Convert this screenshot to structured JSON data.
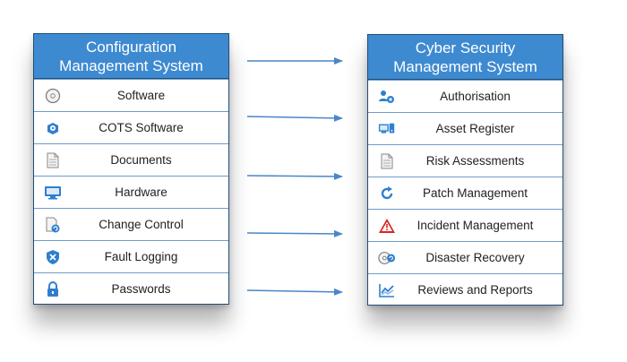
{
  "colors": {
    "header_fill": "#3e8ad1",
    "border": "#1f4e79",
    "row_divider": "#6f9cc8",
    "arrow": "#4a86c8",
    "icon_blue": "#2f7fd0",
    "icon_red": "#d9261c"
  },
  "left_panel": {
    "title_line1": "Configuration",
    "title_line2": "Management System",
    "items": [
      {
        "label": "Software",
        "icon": "disc-icon"
      },
      {
        "label": "COTS Software",
        "icon": "package-icon"
      },
      {
        "label": "Documents",
        "icon": "document-icon"
      },
      {
        "label": "Hardware",
        "icon": "computer-icon"
      },
      {
        "label": "Change Control",
        "icon": "document-refresh-icon"
      },
      {
        "label": "Fault Logging",
        "icon": "shield-x-icon"
      },
      {
        "label": "Passwords",
        "icon": "lock-icon"
      }
    ]
  },
  "right_panel": {
    "title_line1": "Cyber Security",
    "title_line2": "Management System",
    "items": [
      {
        "label": "Authorisation",
        "icon": "users-gear-icon"
      },
      {
        "label": "Asset Register",
        "icon": "devices-icon"
      },
      {
        "label": "Risk Assessments",
        "icon": "document-icon"
      },
      {
        "label": "Patch Management",
        "icon": "refresh-icon"
      },
      {
        "label": "Incident Management",
        "icon": "warning-icon"
      },
      {
        "label": "Disaster Recovery",
        "icon": "disc-recovery-icon"
      },
      {
        "label": "Reviews and Reports",
        "icon": "chart-icon"
      }
    ]
  }
}
